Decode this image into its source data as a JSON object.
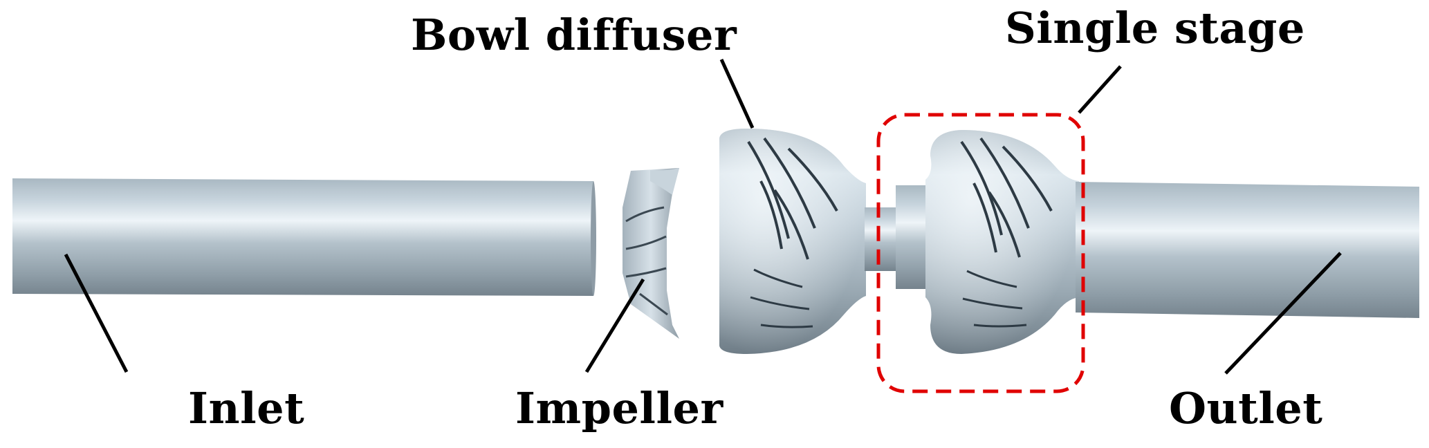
{
  "labels": {
    "inlet": "Inlet",
    "impeller": "Impeller",
    "bowl_diffuser": "Bowl diffuser",
    "single_stage": "Single stage",
    "outlet": "Outlet"
  },
  "colors": {
    "metal_light": "#d6e3ec",
    "metal_mid": "#a7b6c1",
    "metal_dark": "#6d7b86",
    "vane_groove": "#2d3a44",
    "leader_line": "#000000",
    "stage_box": "#e00000"
  }
}
